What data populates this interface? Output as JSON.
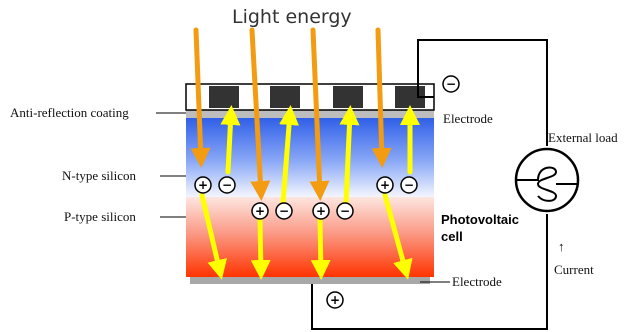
{
  "title": "Light energy",
  "labels": {
    "anti_reflection": "Anti-reflection coating",
    "n_type": "N-type silicon",
    "p_type": "P-type silicon",
    "electrode_top": "Electrode",
    "electrode_bottom": "Electrode",
    "external_load": "External load",
    "current": "Current",
    "current_arrow": "↑",
    "cell_line1": "Photovoltaic",
    "cell_line2": "cell"
  },
  "signs": {
    "plus": "+",
    "minus": "−"
  },
  "colors": {
    "light_arrow": "#f39c12",
    "electron_arrow": "#ffff00",
    "n_layer_top": "#3a6cf0",
    "p_layer_bottom": "#ff3a0a",
    "electrode": "#333333",
    "coating": "#c0c0c0",
    "circuit_wire": "#000000"
  },
  "icons": [
    "coil-icon",
    "plus-sign-icon",
    "minus-sign-icon"
  ]
}
